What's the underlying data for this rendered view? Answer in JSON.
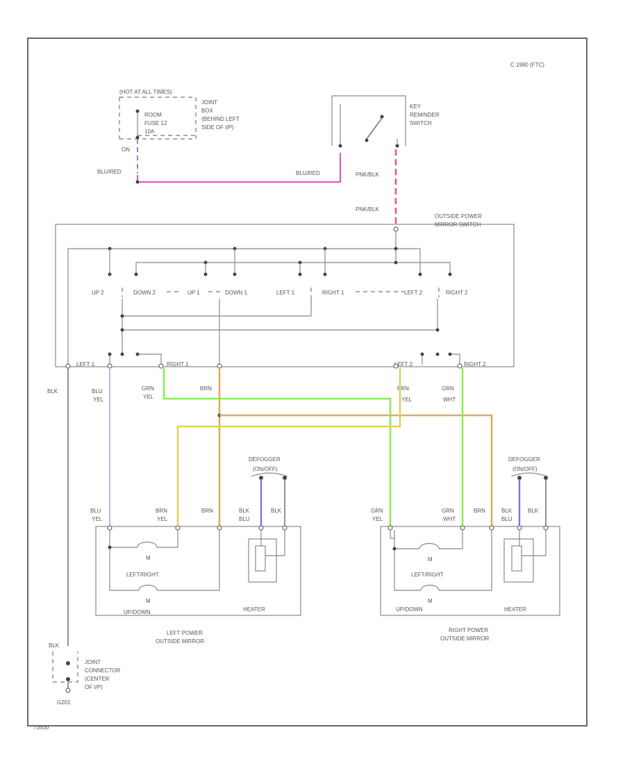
{
  "colors": {
    "blu_red": "#d94fc8",
    "blu_red_dash": "#7f7fff",
    "pnk_blk": "#ff4a6e",
    "grn_yel": "#88ee55",
    "brn": "#d8b058",
    "brn_yel": "#e0d060",
    "grn_wht": "#88ee55",
    "blu_blk": "#7777dd",
    "blk": "#555555",
    "line": "#777777"
  },
  "labels": {
    "model_year": "C 1990 (FTC)",
    "hot_at_all_times": "(HOT AT ALL TIMES)",
    "room_fuse": "ROOM",
    "fuse_12": "FUSE 12",
    "fuse_10a": "10A",
    "joint_box_1": "JOINT",
    "joint_box_2": "BOX",
    "joint_box_3": "(BEHIND LEFT",
    "joint_box_4": "SIDE OF I/P)",
    "on": "ON",
    "blu_red_left": "BLU/RED",
    "blu_red_right": "BLU/RED",
    "key_switch_1": "KEY",
    "key_switch_2": "REMINDER",
    "key_switch_3": "SWITCH",
    "pnk_blk_1": "PNK/BLK",
    "pnk_blk_2": "PNK/BLK",
    "mirror_switch_1": "OUTSIDE POWER",
    "mirror_switch_2": "MIRROR SWITCH",
    "up2": "UP 2",
    "down2": "DOWN 2",
    "up1": "UP 1",
    "down1": "DOWN 1",
    "left1": "LEFT 1",
    "right1": "RIGHT 1",
    "left2": "LEFT 2",
    "right2": "RIGHT 2",
    "left_bottom_1": "LEFT 1",
    "right_bottom_1": "RIGHT 1",
    "left_bottom_2": "LEFT 2",
    "right_bottom_2": "RIGHT 2",
    "blk_main": "BLK",
    "blu_1": "BLU",
    "yel_1": "YEL",
    "grn_1": "GRN",
    "yel_2": "YEL",
    "brn_1": "BRN",
    "brn_2": "BRN",
    "yel_3": "YEL",
    "grn_2": "GRN",
    "wht_1": "WHT",
    "defogger_1": "DEFOGGER",
    "defogger_1b": "(ON/OFF)",
    "defogger_2": "DEFOGGER",
    "defogger_2b": "(ON/OFF)",
    "lm_blu": "BLU",
    "lm_yel": "YEL",
    "lm_brn": "BRN",
    "lm_yel2": "YEL",
    "lm_brn2": "BRN",
    "lm_blk": "BLK",
    "lm_blu2": "BLU",
    "lm_blk2": "BLK",
    "rm_grn": "GRN",
    "rm_yel": "YEL",
    "rm_grn2": "GRN",
    "rm_wht": "WHT",
    "rm_brn": "BRN",
    "rm_blk": "BLK",
    "rm_blu": "BLU",
    "rm_blk2": "BLK",
    "motor_m": "M",
    "left_right_1": "LEFT/RIGHT",
    "up_down_1": "UP/DOWN",
    "heater_1": "HEATER",
    "left_right_2": "LEFT/RIGHT",
    "up_down_2": "UP/DOWN",
    "heater_2": "HEATER",
    "left_mirror_1": "LEFT POWER",
    "left_mirror_2": "OUTSIDE MIRROR",
    "right_mirror_1": "RIGHT POWER",
    "right_mirror_2": "OUTSIDE MIRROR",
    "blk_g": "BLK",
    "joint_conn_1": "JOINT",
    "joint_conn_2": "CONNECTOR",
    "joint_conn_3": "(CENTER",
    "joint_conn_4": "OF I/P)",
    "g201": "G201",
    "diagram_id": "73500"
  }
}
